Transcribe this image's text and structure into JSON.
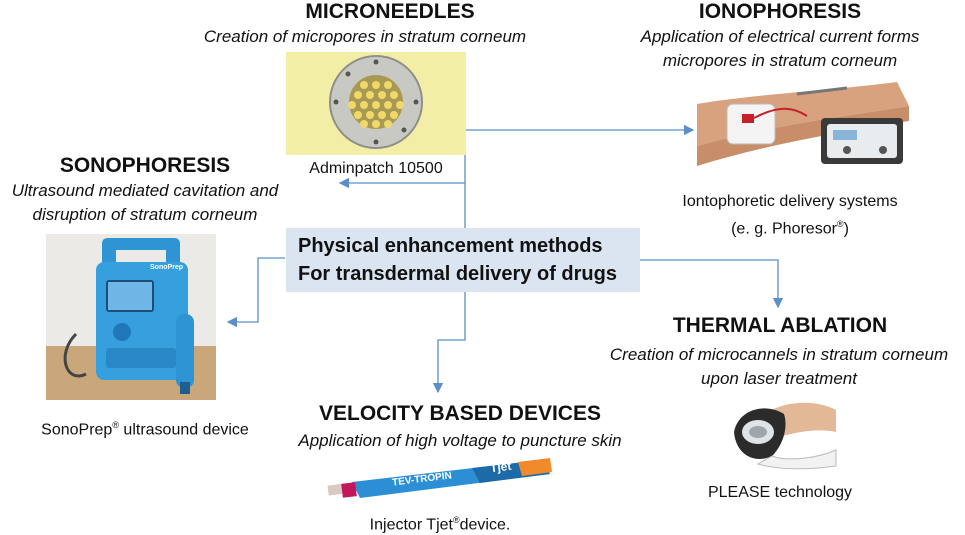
{
  "center": {
    "line1": "Physical enhancement methods",
    "line2": "For transdermal delivery of drugs"
  },
  "microneedles": {
    "title": "MICRONEEDLES",
    "desc": "Creation of micropores in stratum corneum",
    "caption": "Adminpatch 10500"
  },
  "iontophoresis": {
    "title": "IONOPHORESIS",
    "desc_line1": "Application of electrical current forms",
    "desc_line2": "micropores in stratum corneum",
    "caption_line1": "Iontophoretic delivery systems",
    "caption_line2": "(e. g. Phoresor",
    "caption_sup": "®",
    "caption_end": ")"
  },
  "sonophoresis": {
    "title": "SONOPHORESIS",
    "desc_line1": "Ultrasound mediated cavitation and",
    "desc_line2": "disruption of stratum corneum",
    "caption_pre": "SonoPrep",
    "caption_sup": "®",
    "caption_post": " ultrasound device",
    "device_label": "SonoPrep"
  },
  "thermal": {
    "title": "THERMAL ABLATION",
    "desc_line1": "Creation of microcannels in stratum corneum",
    "desc_line2": "upon laser treatment",
    "caption": "PLEASE technology"
  },
  "velocity": {
    "title": "VELOCITY BASED DEVICES",
    "desc": "Application of high voltage to puncture skin",
    "caption_pre": "Injector Tjet",
    "caption_sup": "®",
    "caption_post": "device.",
    "device_text1": "TEV-TROPIN",
    "device_text2": "Tjet"
  },
  "colors": {
    "arrow": "#5b8fc7",
    "center_bg": "#dbe5f1",
    "device_blue": "#2c8fd6"
  }
}
